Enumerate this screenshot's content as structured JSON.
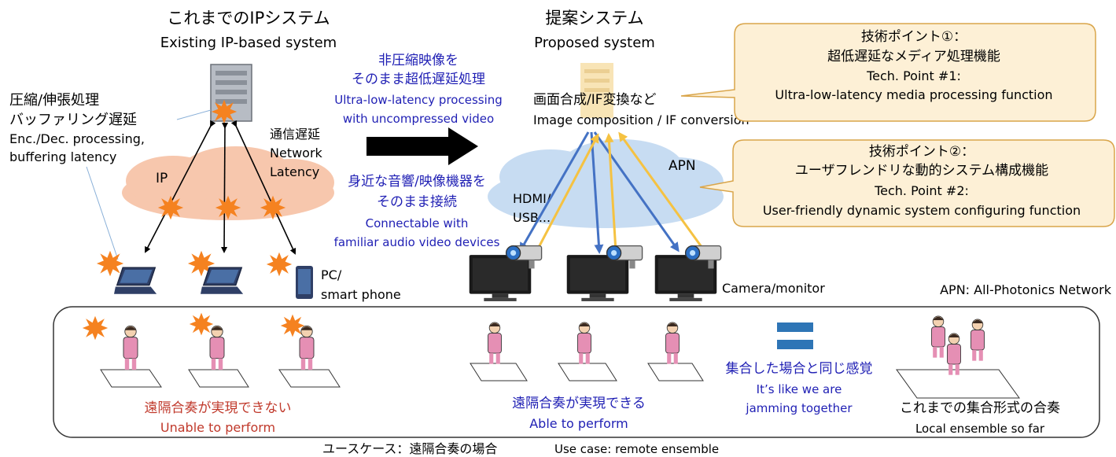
{
  "left_title_ja": "これまでのIPシステム",
  "left_title_en": "Existing IP-based system",
  "right_title_ja": "提案システム",
  "right_title_en": "Proposed system",
  "compress_ja_1": "圧縮/伸張処理",
  "compress_ja_2": "バッファリング遅延",
  "compress_en_1": "Enc./Dec. processing,",
  "compress_en_2": "buffering latency",
  "network_ja": "通信遅延",
  "network_en_1": "Network",
  "network_en_2": "Latency",
  "ip_label": "IP",
  "uncompressed_ja_1": "非圧縮映像を",
  "uncompressed_ja_2": "そのまま超低遅延処理",
  "uncompressed_en_1": "Ultra-low-latency processing",
  "uncompressed_en_2": "with uncompressed video",
  "connect_ja_1": "身近な音響/映像機器を",
  "connect_ja_2": "そのまま接続",
  "connect_en_1": "Connectable with",
  "connect_en_2": "familiar audio video devices",
  "image_comp_ja": "画面合成/IF変換など",
  "image_comp_en": "Image composition / IF conversion",
  "apn_label": "APN",
  "hdmi_1": "HDMI/",
  "hdmi_2": "USB...",
  "pc_1": "PC/",
  "pc_2": "smart phone",
  "camera_monitor": "Camera/monitor",
  "apn_def": "APN: All-Photonics Network",
  "tech1_ja_1": "技術ポイント①：",
  "tech1_ja_2": "超低遅延なメディア処理機能",
  "tech1_en_1": "Tech. Point #1:",
  "tech1_en_2": "Ultra-low-latency media processing function",
  "tech2_ja_1": "技術ポイント②：",
  "tech2_ja_2": "ユーザフレンドリな動的システム構成機能",
  "tech2_en_1": "Tech. Point #2:",
  "tech2_en_2": "User-friendly dynamic system configuring function",
  "unable_ja": "遠隔合奏が実現できない",
  "unable_en": "Unable to perform",
  "able_ja": "遠隔合奏が実現できる",
  "able_en": "Able to perform",
  "same_ja": "集合した場合と同じ感覚",
  "same_en_1": "It’s like we are",
  "same_en_2": "jamming together",
  "local_ja": "これまでの集合形式の合奏",
  "local_en": "Local ensemble so far",
  "usecase_ja": "ユースケース：遠隔合奏の場合",
  "usecase_en": "Use case: remote ensemble",
  "colors": {
    "blue_text": "#1f1fb4",
    "red_text": "#c0392b",
    "cloud_ip": "#f7c7ad",
    "cloud_apn": "#c7dcf2",
    "callout_fill": "#fdf0d6",
    "callout_stroke": "#d9a54a",
    "blue_arrow": "#4472c4",
    "yellow_arrow": "#f5c242",
    "burst": "#f58220"
  }
}
